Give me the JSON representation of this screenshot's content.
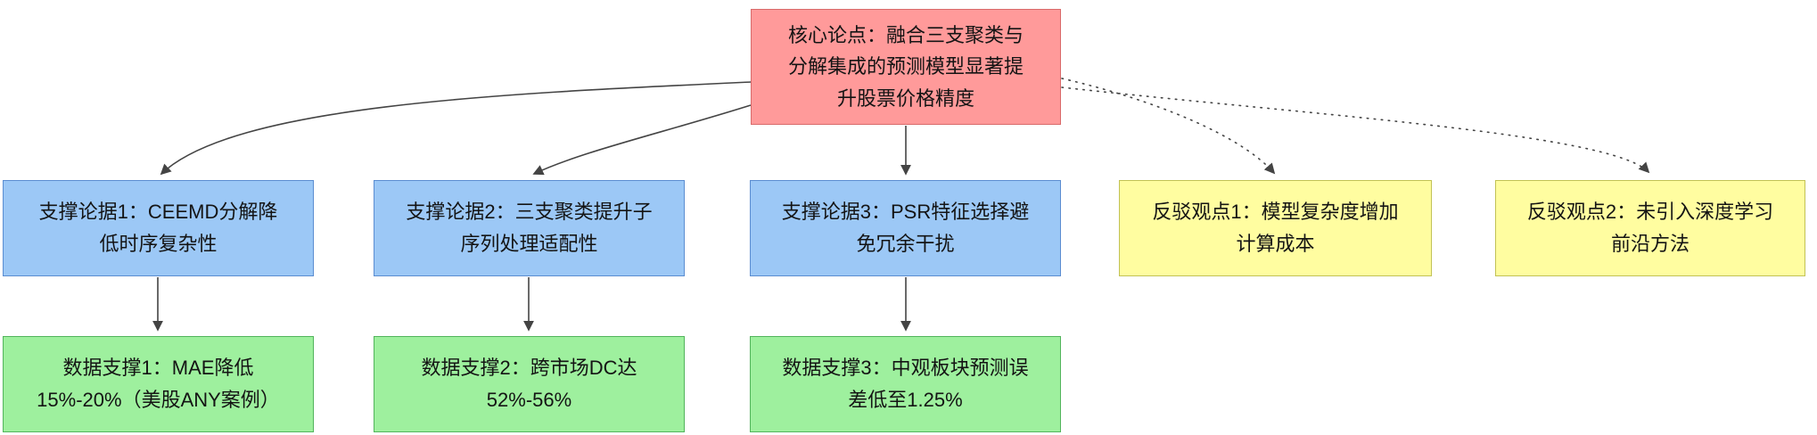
{
  "diagram": {
    "type": "argument-map-flowchart",
    "nodes": {
      "core": {
        "label": "核心论点：融合三支聚类与分解集成的预测模型显著提升股票价格精度",
        "role": "core-claim",
        "fill": "#ff9a9a",
        "border": "#d96a6a"
      },
      "support1": {
        "label": "支撑论据1：CEEMD分解降低时序复杂性",
        "role": "supporting-argument",
        "fill": "#9cc8f6",
        "border": "#5b8dd1"
      },
      "support2": {
        "label": "支撑论据2：三支聚类提升子序列处理适配性",
        "role": "supporting-argument",
        "fill": "#9cc8f6",
        "border": "#5b8dd1"
      },
      "support3": {
        "label": "支撑论据3：PSR特征选择避免冗余干扰",
        "role": "supporting-argument",
        "fill": "#9cc8f6",
        "border": "#5b8dd1"
      },
      "rebuttal1": {
        "label": "反驳观点1：模型复杂度增加计算成本",
        "role": "counter-argument",
        "fill": "#fffda0",
        "border": "#c2c254"
      },
      "rebuttal2": {
        "label": "反驳观点2：未引入深度学习前沿方法",
        "role": "counter-argument",
        "fill": "#fffda0",
        "border": "#c2c254"
      },
      "data1": {
        "label": "数据支撑1：MAE降低15%-20%（美股ANY案例）",
        "role": "data-evidence",
        "fill": "#9ef09e",
        "border": "#52b45c"
      },
      "data2": {
        "label": "数据支撑2：跨市场DC达52%-56%",
        "role": "data-evidence",
        "fill": "#9ef09e",
        "border": "#52b45c"
      },
      "data3": {
        "label": "数据支撑3：中观板块预测误差低至1.25%",
        "role": "data-evidence",
        "fill": "#9ef09e",
        "border": "#52b45c"
      }
    },
    "edges": [
      {
        "from": "core",
        "to": "support1",
        "style": "solid"
      },
      {
        "from": "core",
        "to": "support2",
        "style": "solid"
      },
      {
        "from": "core",
        "to": "support3",
        "style": "solid"
      },
      {
        "from": "core",
        "to": "rebuttal1",
        "style": "dotted"
      },
      {
        "from": "core",
        "to": "rebuttal2",
        "style": "dotted"
      },
      {
        "from": "support1",
        "to": "data1",
        "style": "solid"
      },
      {
        "from": "support2",
        "to": "data2",
        "style": "solid"
      },
      {
        "from": "support3",
        "to": "data3",
        "style": "solid"
      }
    ],
    "edge_color": "#444444"
  }
}
